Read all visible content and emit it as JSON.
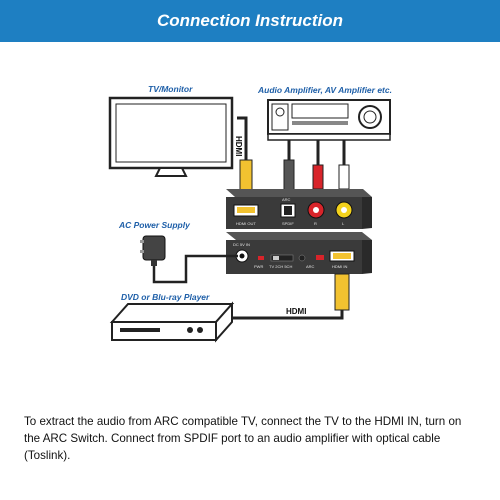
{
  "header": {
    "title": "Connection Instruction"
  },
  "labels": {
    "tv": "TV/Monitor",
    "amplifier": "Audio Amplifier, AV Amplifier etc.",
    "power": "AC Power Supply",
    "player": "DVD or Blu-ray Player",
    "hdmi_top": "HDMI",
    "hdmi_bottom": "HDMI"
  },
  "device_top_ports": {
    "hdmi_out": "HDMI OUT",
    "arc": "ARC",
    "spdif": "SPDIF",
    "r": "R",
    "l": "L"
  },
  "device_bottom_ports": {
    "dc": "DC 5V IN",
    "pwr": "PWR",
    "switch": "TV 2CH 5CH",
    "arc": "ARC",
    "hdmi_in": "HDMI IN"
  },
  "caption": "To extract the audio from ARC compatible TV, connect the TV to the HDMI IN, turn on the ARC Switch. Connect from SPDIF port to an audio amplifier with optical cable (Toslink).",
  "colors": {
    "banner": "#1e7fc2",
    "label": "#1e5fa8",
    "cable_yellow": "#f2c230",
    "rca_red": "#d8242a",
    "device_dark": "#3a3a3a"
  }
}
